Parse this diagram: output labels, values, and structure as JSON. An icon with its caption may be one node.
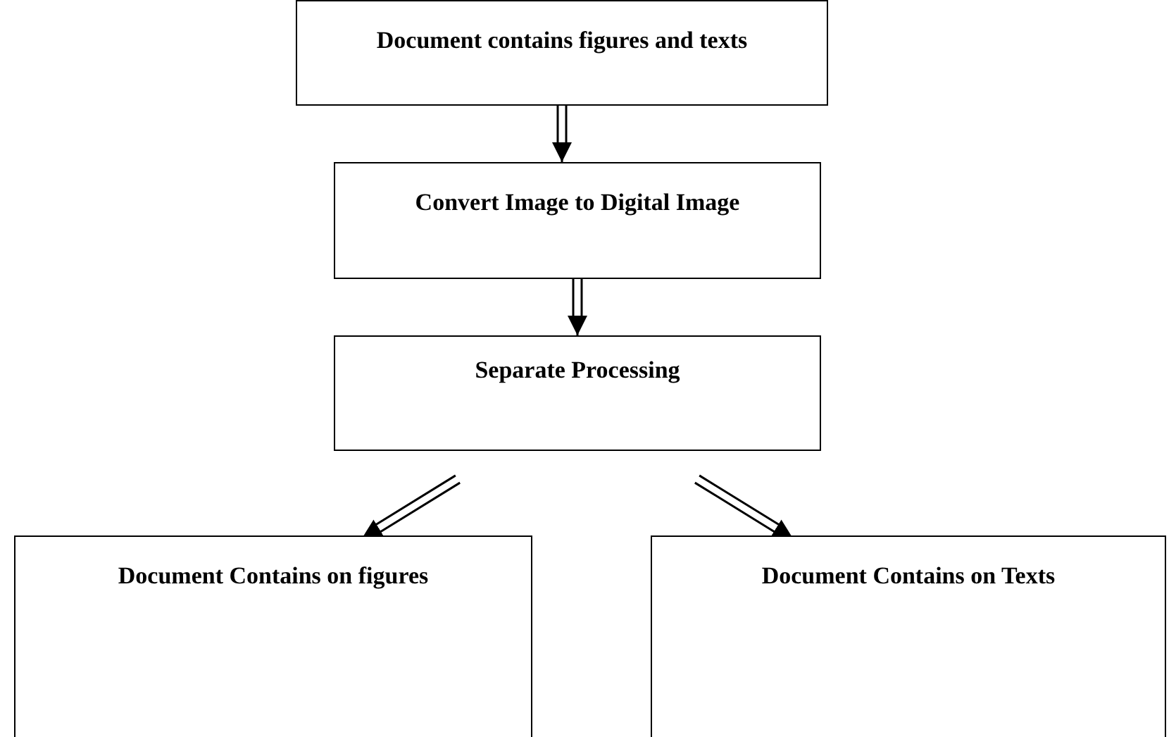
{
  "diagram": {
    "nodes": [
      {
        "text": [
          "Document contains figures and texts"
        ]
      },
      {
        "text": [
          "Convert Image to Digital Image"
        ]
      },
      {
        "text": [
          "Separate Processing"
        ]
      },
      {
        "text": [
          "Document Contains on figures"
        ]
      },
      {
        "text": [
          "Document Contains on Texts"
        ]
      }
    ],
    "edges": [
      {
        "from": 0,
        "to": 1,
        "arrow": "to"
      },
      {
        "from": 1,
        "to": 2,
        "arrow": "to"
      },
      {
        "from": 2,
        "to": 3,
        "arrow": "to"
      },
      {
        "from": 2,
        "to": 4,
        "arrow": "to"
      }
    ]
  }
}
